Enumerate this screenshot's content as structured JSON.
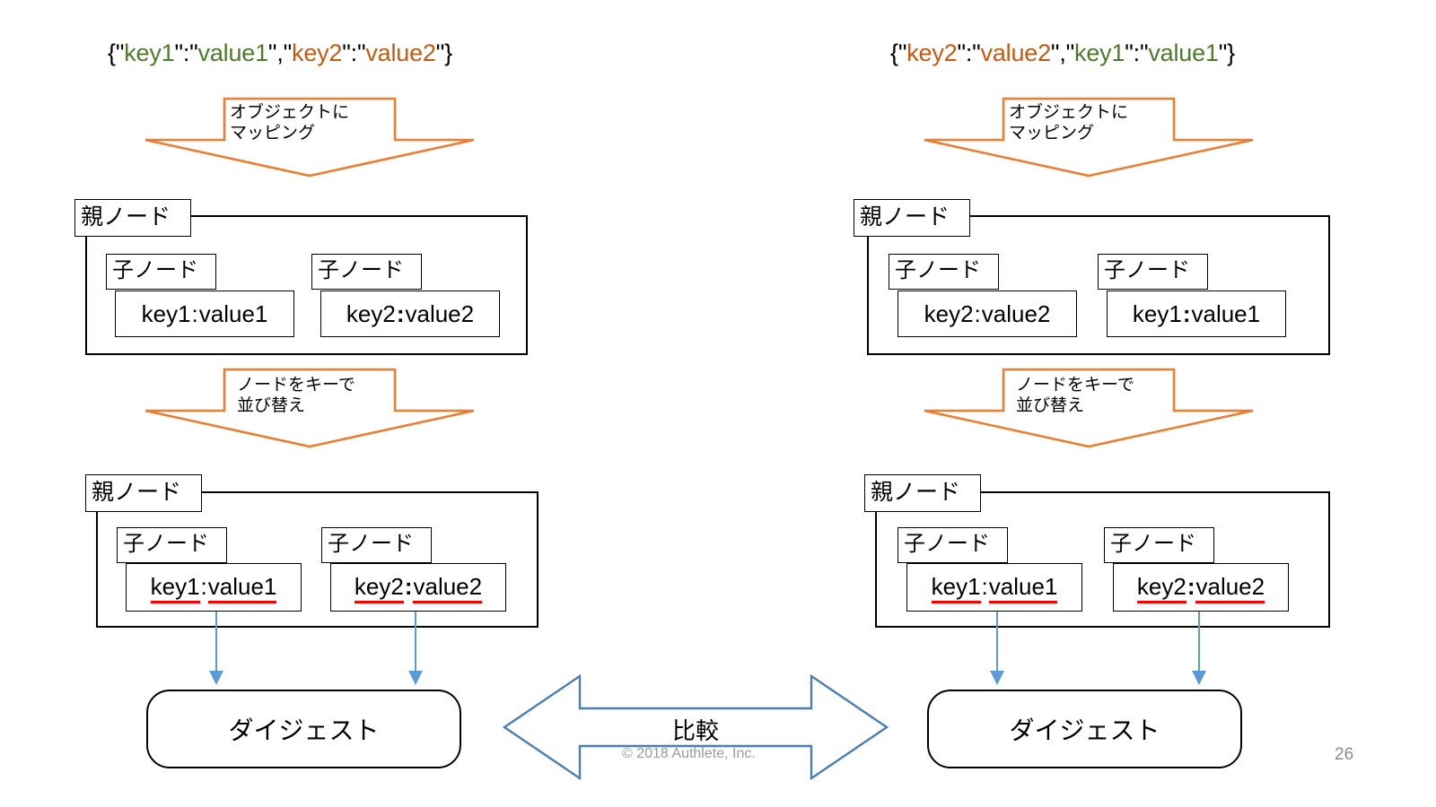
{
  "slide": {
    "page_number": "26",
    "copyright": "© 2018 Authlete, Inc.",
    "colors": {
      "key_green": "#4E7B29",
      "key_orange": "#C55A11",
      "arrow_orange": "#ED7D31",
      "connector_blue": "#5B9BD5",
      "underline_red": "#FF0000",
      "outline_black": "#000000",
      "footer_gray": "#8C8C8C"
    }
  },
  "columns": [
    {
      "id": "left",
      "json_header": {
        "open_brace": "{",
        "quote": "\"",
        "colon": ":",
        "comma": ",",
        "close_brace": "}",
        "pairs": [
          {
            "key": "key1",
            "value": "value1",
            "color": "green"
          },
          {
            "key": "key2",
            "value": "value2",
            "color": "orange"
          }
        ]
      },
      "arrow_top_label_line1": "オブジェクトに",
      "arrow_top_label_line2": "マッピング",
      "arrow_mid_label_line1": "ノードをキーで",
      "arrow_mid_label_line2": "並び替え",
      "group_before": {
        "parent_label": "親ノード",
        "children": [
          {
            "child_label": "子ノード",
            "key": "key1",
            "sep": ":",
            "value": "value1",
            "bold_sep": false,
            "underline": false
          },
          {
            "child_label": "子ノード",
            "key": "key2",
            "sep": ":",
            "value": "value2",
            "bold_sep": true,
            "underline": false
          }
        ]
      },
      "group_after": {
        "parent_label": "親ノード",
        "children": [
          {
            "child_label": "子ノード",
            "key": "key1",
            "sep": ":",
            "value": "value1",
            "bold_sep": false,
            "underline": true
          },
          {
            "child_label": "子ノード",
            "key": "key2",
            "sep": ":",
            "value": "value2",
            "bold_sep": true,
            "underline": true
          }
        ]
      },
      "digest_label": "ダイジェスト"
    },
    {
      "id": "right",
      "json_header": {
        "open_brace": "{",
        "quote": "\"",
        "colon": ":",
        "comma": ",",
        "close_brace": "}",
        "pairs": [
          {
            "key": "key2",
            "value": "value2",
            "color": "orange"
          },
          {
            "key": "key1",
            "value": "value1",
            "color": "green"
          }
        ]
      },
      "arrow_top_label_line1": "オブジェクトに",
      "arrow_top_label_line2": "マッピング",
      "arrow_mid_label_line1": "ノードをキーで",
      "arrow_mid_label_line2": "並び替え",
      "group_before": {
        "parent_label": "親ノード",
        "children": [
          {
            "child_label": "子ノード",
            "key": "key2",
            "sep": ":",
            "value": "value2",
            "bold_sep": false,
            "underline": false
          },
          {
            "child_label": "子ノード",
            "key": "key1",
            "sep": ":",
            "value": "value1",
            "bold_sep": true,
            "underline": false
          }
        ]
      },
      "group_after": {
        "parent_label": "親ノード",
        "children": [
          {
            "child_label": "子ノード",
            "key": "key1",
            "sep": ":",
            "value": "value1",
            "bold_sep": false,
            "underline": true
          },
          {
            "child_label": "子ノード",
            "key": "key2",
            "sep": ":",
            "value": "value2",
            "bold_sep": true,
            "underline": true
          }
        ]
      },
      "digest_label": "ダイジェスト"
    }
  ],
  "compare": {
    "label": "比較"
  }
}
